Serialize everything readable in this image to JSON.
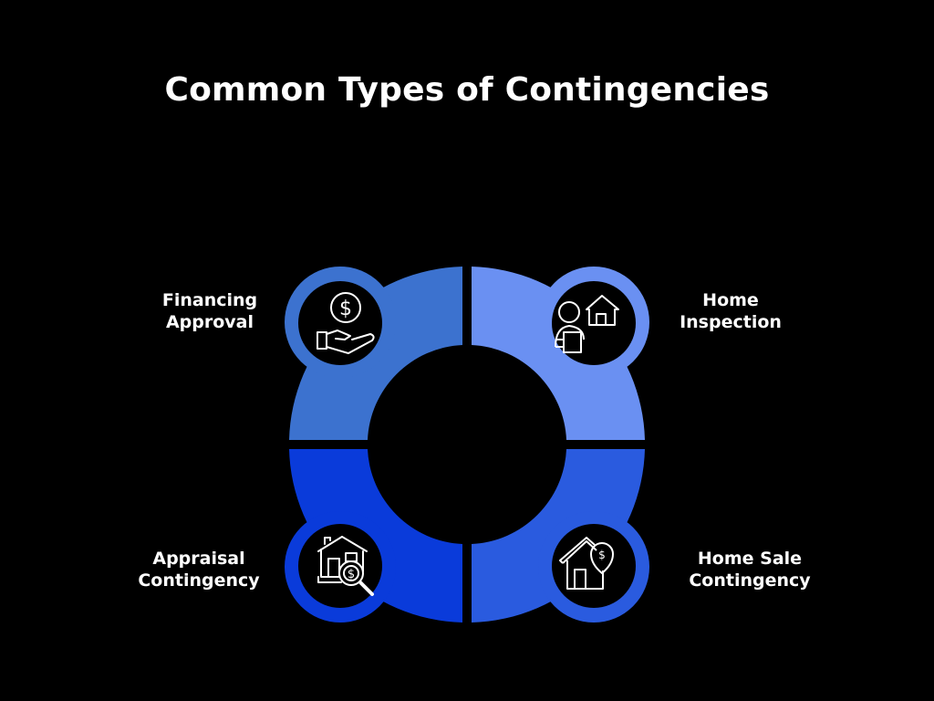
{
  "title": "Common Types of Contingencies",
  "colors": {
    "background": "#000000",
    "top_left": "#3C72CF",
    "top_right": "#6A90F2",
    "bottom_left": "#0A3BDA",
    "bottom_right": "#2A5BDF",
    "text": "#FFFFFF"
  },
  "items": [
    {
      "position": "top-left",
      "line1": "Financing",
      "line2": "Approval",
      "icon": "hand-holding-dollar-icon"
    },
    {
      "position": "top-right",
      "line1": "Home",
      "line2": "Inspection",
      "icon": "inspector-house-icon"
    },
    {
      "position": "bottom-left",
      "line1": "Appraisal",
      "line2": "Contingency",
      "icon": "house-dollar-magnifier-icon"
    },
    {
      "position": "bottom-right",
      "line1": "Home Sale",
      "line2": "Contingency",
      "icon": "house-dollar-pin-icon"
    }
  ]
}
